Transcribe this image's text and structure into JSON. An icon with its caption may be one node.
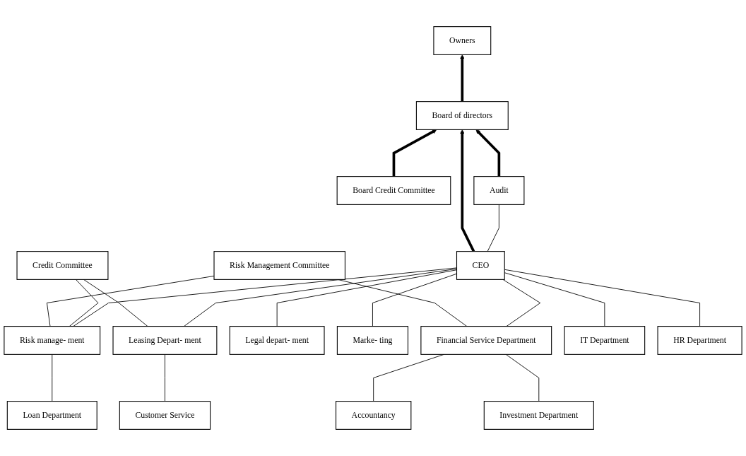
{
  "diagram": {
    "nodes": [
      {
        "text": [
          "Board Credit Committee"
        ]
      },
      {
        "text": [
          "Owners"
        ]
      },
      {
        "text": [
          "Risk Management Committee"
        ]
      },
      {
        "text": [
          "Board of directors"
        ]
      },
      {
        "text": [
          "Audit"
        ]
      },
      {
        "text": [
          "Credit Committee"
        ]
      },
      {
        "text": [
          "CEO"
        ]
      },
      {
        "text": [
          "Leasing Depart- ment"
        ]
      },
      {
        "text": [
          "Risk manage- ment"
        ]
      },
      {
        "text": [
          "Legal depart- ment"
        ]
      },
      {
        "text": [
          "Marke- ting"
        ]
      },
      {
        "text": [
          "Financial Service Department"
        ]
      },
      {
        "text": [
          "IT Department"
        ]
      },
      {
        "text": [
          "HR Department"
        ]
      },
      {
        "text": [
          "Customer Service"
        ]
      },
      {
        "text": [
          "Loan Department"
        ]
      },
      {
        "text": [
          "Accountancy"
        ]
      },
      {
        "text": [
          "Investment Department"
        ]
      }
    ],
    "edges": [
      {
        "from": 0,
        "to": 3,
        "arrow": "to",
        "style": "thick"
      },
      {
        "from": 3,
        "to": 1,
        "arrow": "to",
        "style": "thick"
      },
      {
        "from": 4,
        "to": 3,
        "arrow": "to",
        "style": "thick"
      },
      {
        "from": 6,
        "to": 3,
        "arrow": "to",
        "style": "thick"
      },
      {
        "from": 4,
        "to": 6,
        "arrow": "none"
      },
      {
        "from": 2,
        "to": 8,
        "arrow": "none"
      },
      {
        "from": 2,
        "to": 11,
        "arrow": "none"
      },
      {
        "from": 5,
        "to": 7,
        "arrow": "none"
      },
      {
        "from": 5,
        "to": 8,
        "arrow": "none"
      },
      {
        "from": 6,
        "to": 7,
        "arrow": "none"
      },
      {
        "from": 6,
        "to": 8,
        "arrow": "none"
      },
      {
        "from": 6,
        "to": 9,
        "arrow": "none"
      },
      {
        "from": 6,
        "to": 10,
        "arrow": "none"
      },
      {
        "from": 6,
        "to": 11,
        "arrow": "none"
      },
      {
        "from": 6,
        "to": 12,
        "arrow": "none"
      },
      {
        "from": 6,
        "to": 13,
        "arrow": "none"
      },
      {
        "from": 7,
        "to": 14,
        "arrow": "none"
      },
      {
        "from": 8,
        "to": 15,
        "arrow": "none"
      },
      {
        "from": 11,
        "to": 16,
        "arrow": "none"
      },
      {
        "from": 11,
        "to": 17,
        "arrow": "none"
      }
    ]
  }
}
